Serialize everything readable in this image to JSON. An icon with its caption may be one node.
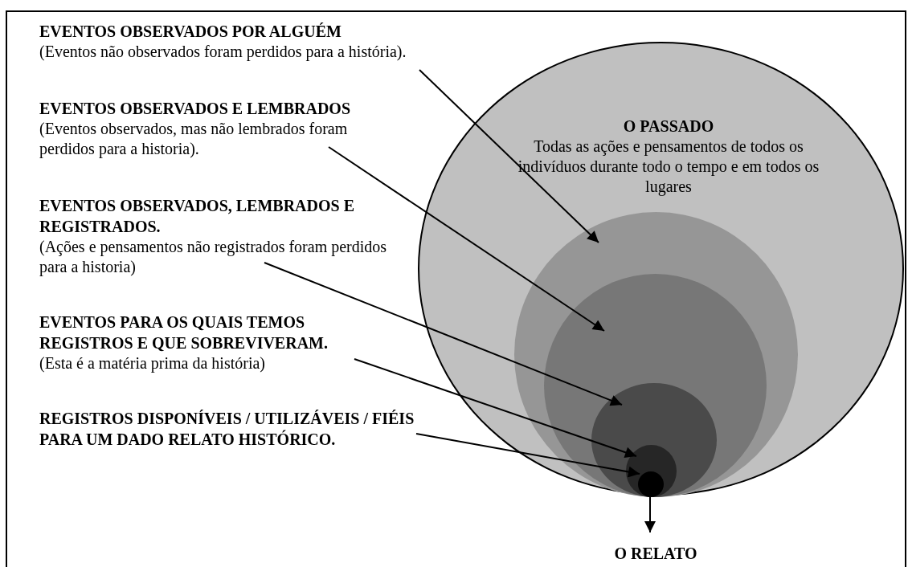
{
  "diagram": {
    "nodes": [
      {
        "text": [
          "O PASSADO",
          "Todas as ações e pensamentos de todos os indivíduos durante todo o tempo e em todos os lugares"
        ]
      },
      {
        "text": [],
        "shape": "circle",
        "in": 0
      },
      {
        "text": [],
        "shape": "circle",
        "in": 1
      },
      {
        "text": [],
        "shape": "circle",
        "in": 2
      },
      {
        "text": [],
        "shape": "circle",
        "in": 3
      },
      {
        "text": [],
        "shape": "circle",
        "in": 4
      },
      {
        "text": [
          "EVENTOS OBSERVADOS POR ALGUÉM",
          "(Eventos não observados foram perdidos para a história)."
        ]
      },
      {
        "text": [
          "EVENTOS OBSERVADOS E LEMBRADOS",
          "(Eventos observados, mas não lembrados foram perdidos para a historia)."
        ]
      },
      {
        "text": [
          "EVENTOS OBSERVADOS, LEMBRADOS E REGISTRADOS.",
          "(Ações e pensamentos não registrados foram perdidos para a historia)"
        ]
      },
      {
        "text": [
          "EVENTOS PARA OS QUAIS TEMOS REGISTROS E QUE SOBREVIVERAM.",
          "(Esta é a matéria prima da história)"
        ]
      },
      {
        "text": [
          "REGISTROS DISPONÍVEIS / UTILIZÁVEIS / FIÉIS PARA UM DADO RELATO HISTÓRICO."
        ]
      },
      {
        "text": [
          "O RELATO"
        ]
      }
    ],
    "edges": [
      {
        "from": 6,
        "to": 1,
        "arrow": "to"
      },
      {
        "from": 7,
        "to": 2,
        "arrow": "to"
      },
      {
        "from": 8,
        "to": 3,
        "arrow": "to"
      },
      {
        "from": 9,
        "to": 4,
        "arrow": "to"
      },
      {
        "from": 10,
        "to": 5,
        "arrow": "to"
      },
      {
        "from": 5,
        "to": 11,
        "arrow": "to"
      }
    ]
  }
}
